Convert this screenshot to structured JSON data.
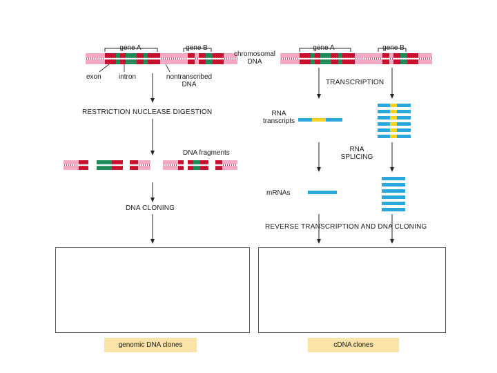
{
  "genomic": {
    "gene_a": "gene A",
    "gene_b": "gene B",
    "chromosomal_dna": "chromosomal\nDNA",
    "exon": "exon",
    "intron": "intron",
    "nontranscribed_dna": "nontranscribed\nDNA",
    "step_digestion": "RESTRICTION NUCLEASE DIGESTION",
    "dna_fragments": "DNA fragments",
    "step_cloning": "DNA CLONING",
    "caption": "genomic DNA clones"
  },
  "cdna": {
    "gene_a": "gene A",
    "gene_b": "gene B",
    "step_transcription": "TRANSCRIPTION",
    "rna_transcripts": "RNA\ntranscripts",
    "rna_splicing": "RNA\nSPLICING",
    "mrnas": "mRNAs",
    "step_reverse": "REVERSE TRANSCRIPTION AND DNA CLONING",
    "caption": "cDNA clones"
  },
  "colors": {
    "pink_dna": "#f4a9c4",
    "exon_red": "#c8102e",
    "intron_green": "#1e8a5a",
    "rna_blue": "#2aa7dc",
    "rna_yellow": "#f6d21a",
    "caption_bg": "#f9e3a8"
  }
}
